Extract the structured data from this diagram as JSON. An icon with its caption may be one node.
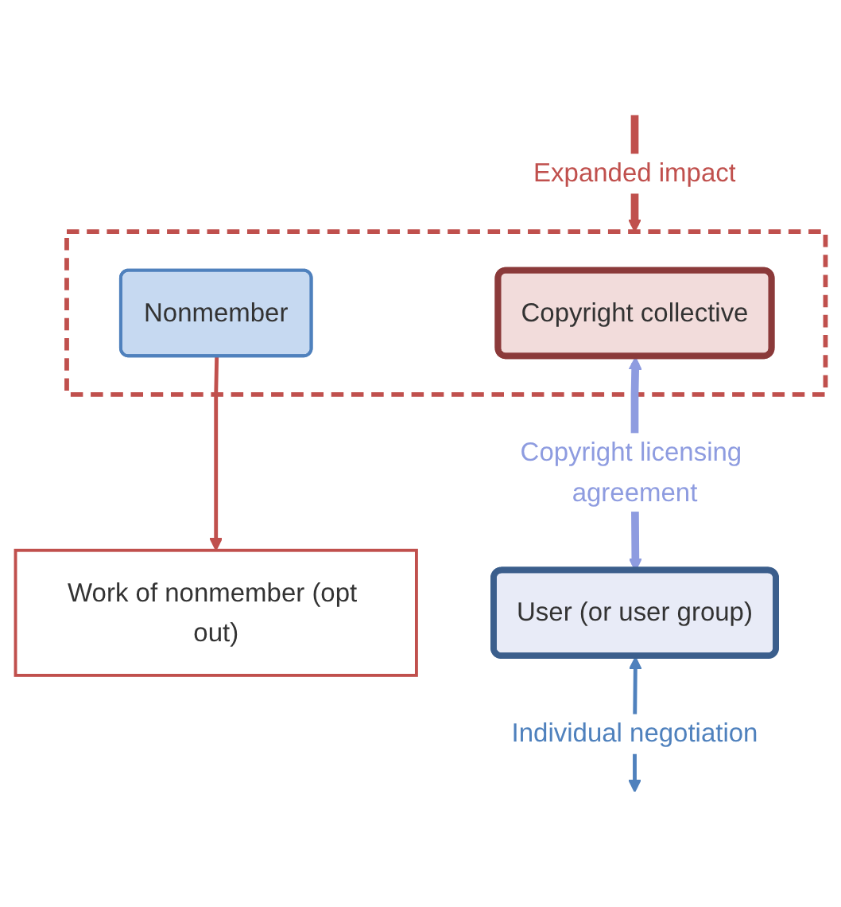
{
  "diagram": {
    "nodes": [
      {
        "text": [],
        "shape": "box"
      },
      {
        "text": [
          "Copyright collective"
        ],
        "in": 0
      },
      {
        "text": [
          "Nonmember"
        ],
        "in": 0
      },
      {
        "text": [
          "Work of nonmember (opt out)"
        ]
      },
      {
        "text": [
          "User (or user group)"
        ]
      }
    ],
    "edges": [
      {
        "from": 1,
        "to": 4,
        "arrow": "both",
        "label": "Copyright licensing agreement",
        "style": "thick",
        "color": "#8e9ce0"
      },
      {
        "from": null,
        "to": 0,
        "arrow": "to",
        "label": "Expanded impact",
        "style": "thick"
      },
      {
        "from": 2,
        "to": 3,
        "arrow": "to"
      },
      {
        "from": 4,
        "to": null,
        "arrow": "both",
        "label": "Individual negotiation",
        "color": "#4f81bd"
      }
    ]
  }
}
